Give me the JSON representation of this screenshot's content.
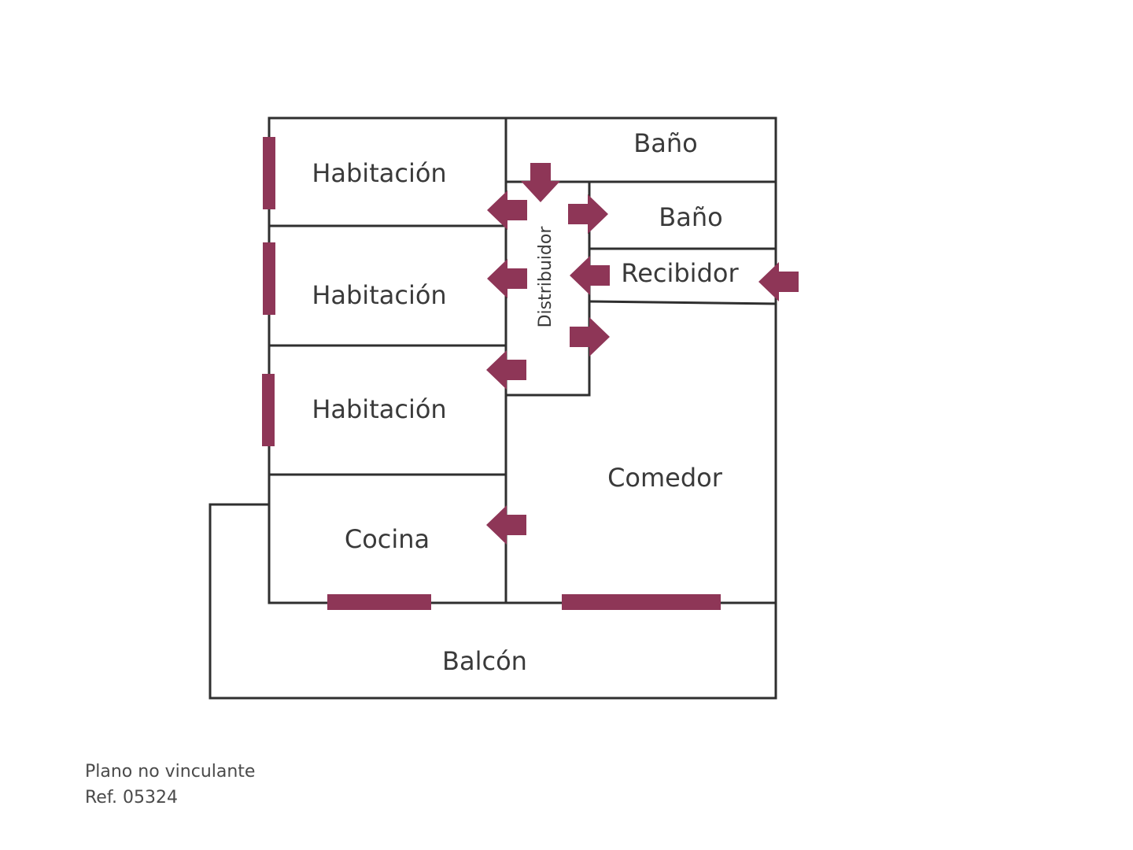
{
  "rooms": {
    "habitacion_1": "Habitación",
    "habitacion_2": "Habitación",
    "habitacion_3": "Habitación",
    "cocina": "Cocina",
    "bano_1": "Baño",
    "bano_2": "Baño",
    "recibidor": "Recibidor",
    "distribuidor": "Distribuidor",
    "comedor": "Comedor",
    "balcon": "Balcón"
  },
  "footer": {
    "disclaimer": "Plano no vinculante",
    "reference": "Ref. 05324"
  },
  "colors": {
    "walls": "#2f2f2f",
    "openings": "#8e3657",
    "text": "#3a3a3a"
  }
}
